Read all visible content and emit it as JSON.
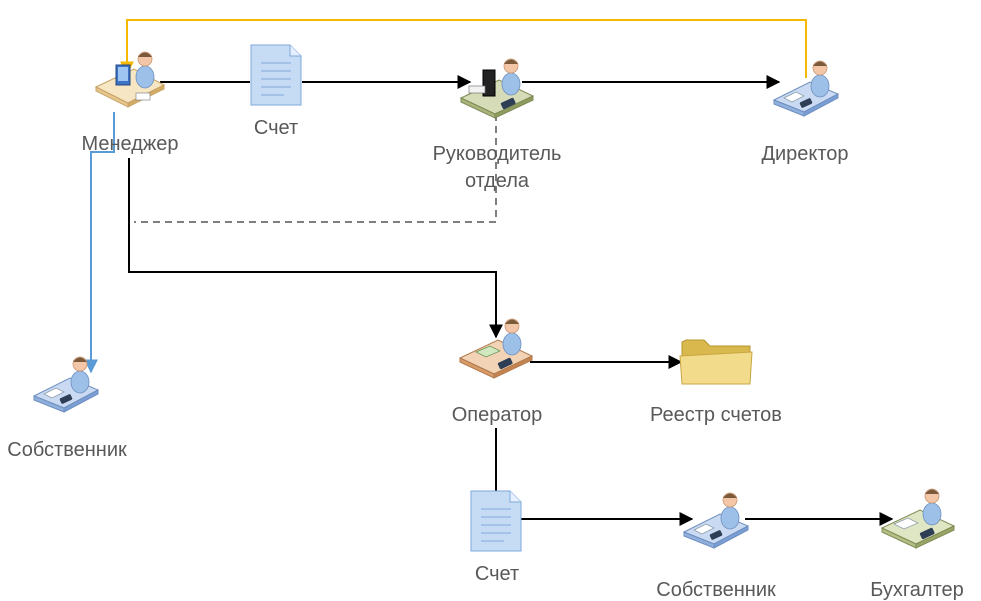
{
  "nodes": {
    "manager": {
      "lines": [
        "Менеджер"
      ],
      "icon": "desk-worker-icon"
    },
    "invoice_top": {
      "lines": [
        "Счет"
      ],
      "icon": "document-icon"
    },
    "dept_head": {
      "lines": [
        "Руководитель",
        "отдела"
      ],
      "icon": "computer-desk-worker-icon"
    },
    "director": {
      "lines": [
        "Директор"
      ],
      "icon": "desk-worker-icon"
    },
    "owner_left": {
      "lines": [
        "Собственник"
      ],
      "icon": "desk-worker-icon"
    },
    "operator": {
      "lines": [
        "Оператор"
      ],
      "icon": "desk-worker-icon"
    },
    "registry": {
      "lines": [
        "Реестр счетов"
      ],
      "icon": "folder-icon"
    },
    "invoice_bottom": {
      "lines": [
        "Счет"
      ],
      "icon": "document-icon"
    },
    "owner_bottom": {
      "lines": [
        "Собственник"
      ],
      "icon": "desk-worker-icon"
    },
    "accountant": {
      "lines": [
        "Бухгалтер"
      ],
      "icon": "desk-worker-icon"
    }
  },
  "colors": {
    "flow": "#000000",
    "return_flow": "#f5b800",
    "owner_flow": "#5b9bd5",
    "dashed_flow": "#7f7f7f",
    "label": "#595959",
    "document": "#c6dcf5",
    "folder": "#f2dc8c"
  }
}
